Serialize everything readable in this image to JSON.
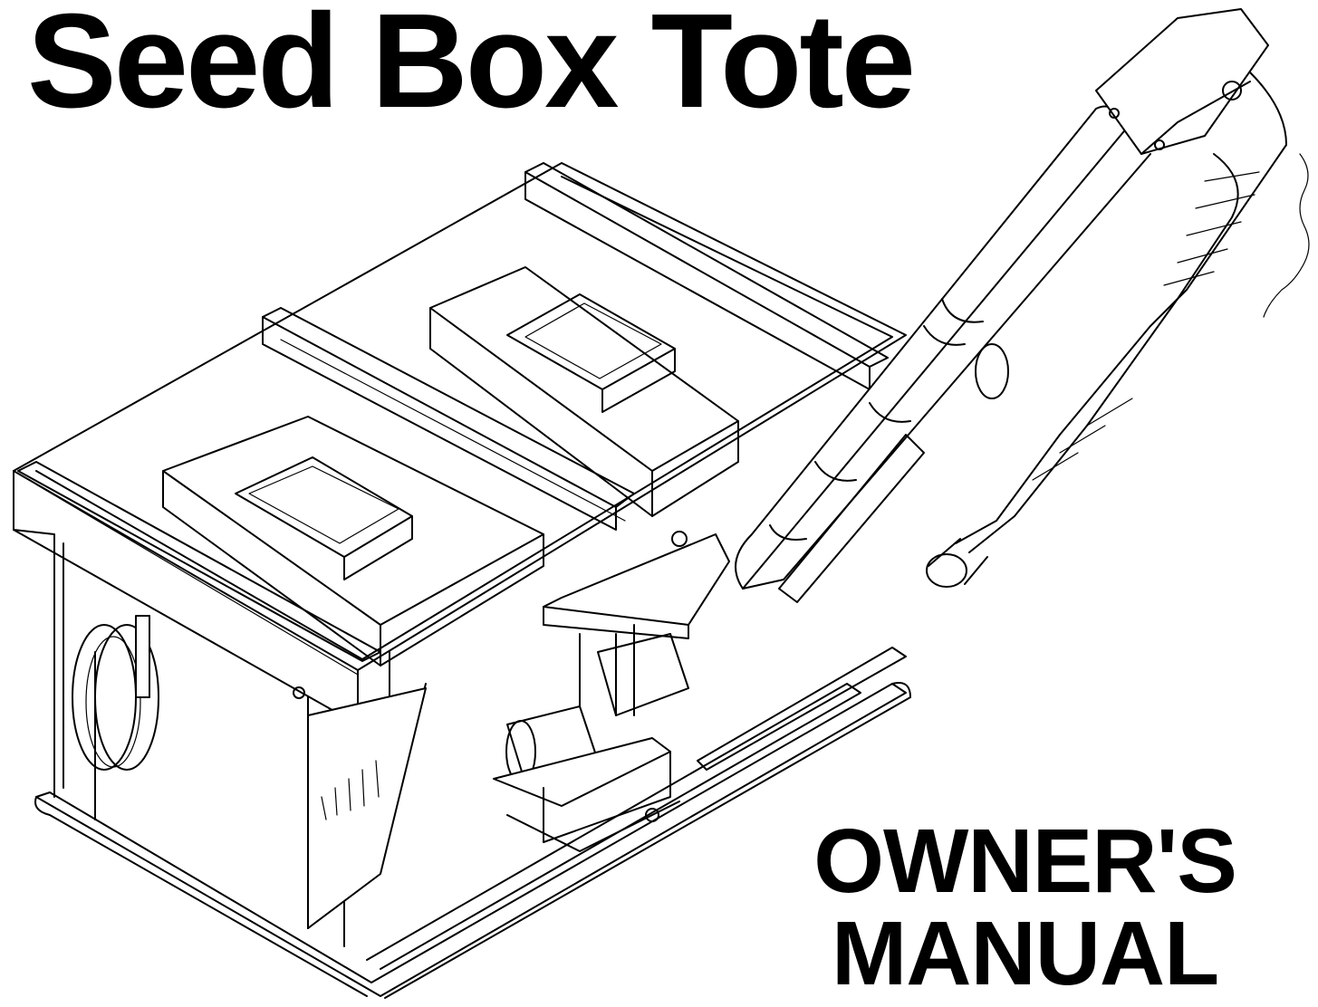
{
  "cover": {
    "title": "Seed Box Tote",
    "subtitle_line1": "OWNER'S",
    "subtitle_line2": "MANUAL"
  },
  "illustration": {
    "subject": "seed box tote line drawing",
    "line_color": "#000000",
    "background_color": "#ffffff"
  }
}
